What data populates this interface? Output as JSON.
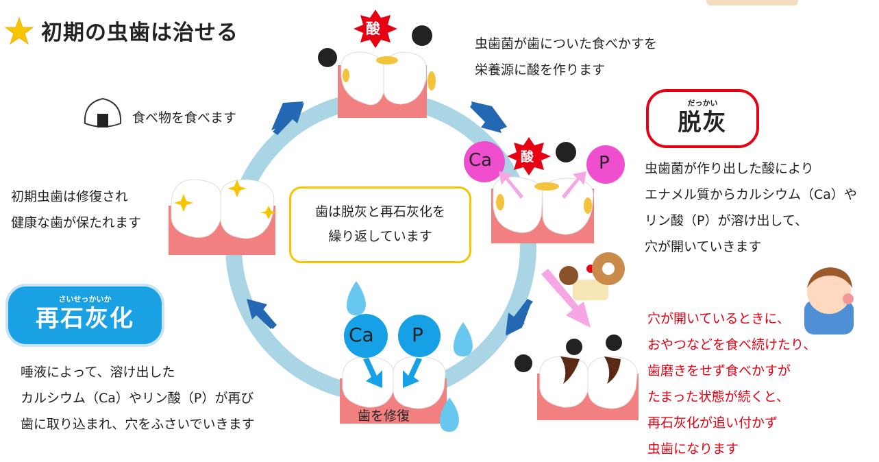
{
  "title": "初期の虫歯は治せる",
  "center_text": [
    "歯は脱灰と再石灰化を",
    "繰り返しています"
  ],
  "cycle": {
    "top_text": [
      "虫歯菌が歯についた食べかすを",
      "栄養源に酸を作ります"
    ],
    "acid_label": "酸",
    "eat_text": "食べ物を食べます",
    "left_text": [
      "初期虫歯は修復され",
      "健康な歯が保たれます"
    ],
    "repair_label": "歯を修復",
    "ca_label": "Ca",
    "p_label": "P"
  },
  "dakkai": {
    "ruby": "だっかい",
    "label": "脱灰",
    "text": [
      "虫歯菌が作り出した酸により",
      "エナメル質からカルシウム（Ca）や",
      "リン酸（P）が溶け出して、",
      "穴が開いていきます"
    ]
  },
  "saiseki": {
    "ruby": "さいせっかいか",
    "label": "再石灰化",
    "text": [
      "唾液によって、溶け出した",
      "カルシウム（Ca）やリン酸（P）が再び",
      "歯に取り込まれ、穴をふさいでいきます"
    ]
  },
  "warning_text": [
    "穴が開いているときに、",
    "おやつなどを食べ続けたり、",
    "歯磨きをせず食べかすが",
    "たまった状態が続くと、",
    "再石灰化が追い付かず",
    "虫歯になります"
  ],
  "colors": {
    "ring": "#a9d5e4",
    "arrow": "#2467b2",
    "gum": "#f28080",
    "ca_p_bubble_pink": "#ef4fce",
    "ca_p_bubble_blue": "#16a0e6",
    "warning_red": "#e60012",
    "saiseki_blue": "#1aa1e3",
    "center_border": "#f5c400"
  }
}
